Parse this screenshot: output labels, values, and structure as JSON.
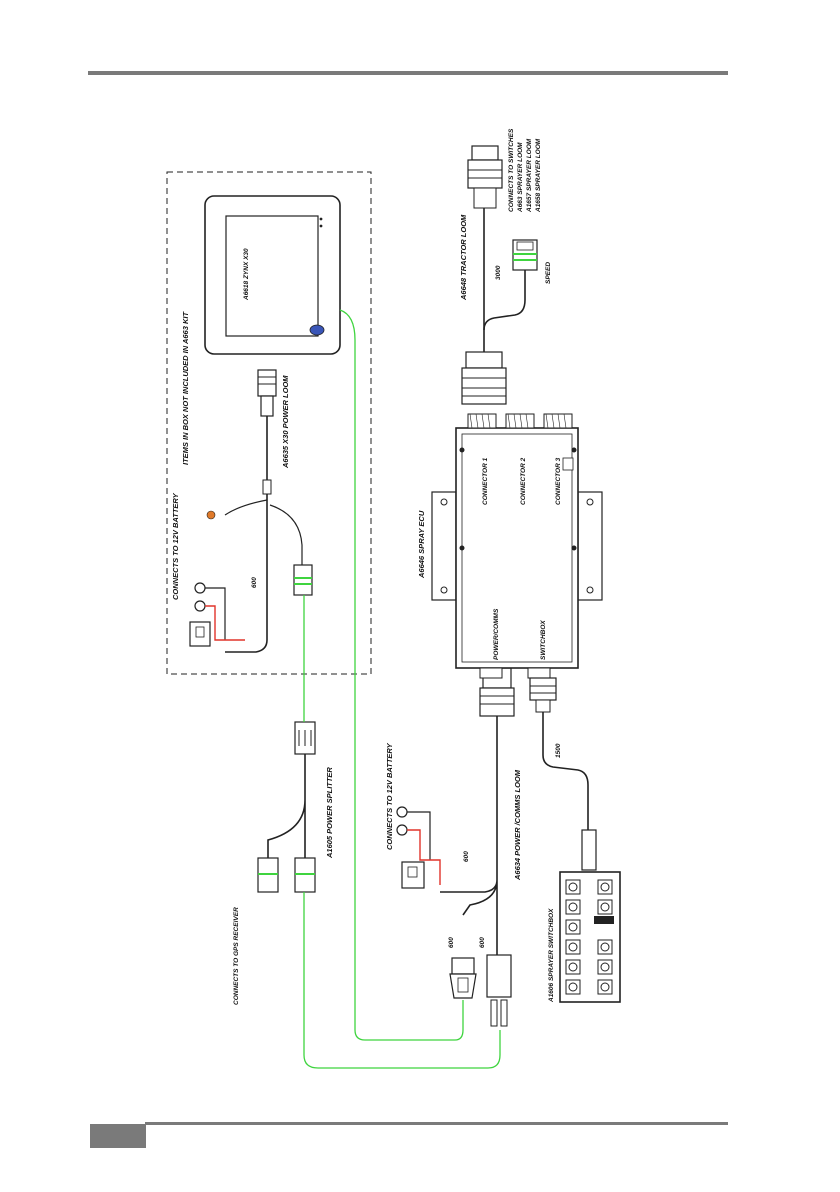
{
  "labels": {
    "kit_note": "ITEMS IN BOX NOT INCLUDED IN A663 KIT",
    "display": "A6618 ZYNX X30",
    "power_loom_x30": "A6635 X30 POWER LOOM",
    "battery_12v": "CONNECTS TO 12V BATTERY",
    "len_power_loom": "600",
    "power_splitter": "A1605 POWER SPLITTER",
    "gps_receiver": "CONNECTS TO GPS RECEIVER",
    "battery_24v": "CONNECTS TO 12V BATTERY",
    "power_comms_loom": "A6634 POWER /COMMS LOOM",
    "len_power_comms_1": "600",
    "len_power_comms_2": "600",
    "len_power_comms_3": "600",
    "ecu": "A6646 SPRAY ECU",
    "ecu_connector_1": "CONNECTOR 1",
    "ecu_connector_2": "CONNECTOR 2",
    "ecu_connector_3": "CONNECTOR 3",
    "ecu_power_comms": "POWER/COMMS",
    "ecu_switchbox": "SWITCHBOX",
    "len_switchbox": "1500",
    "switchbox": "A1606 SPRAYER SWITCHBOX",
    "tractor_loom": "A6648 TRACTOR LOOM",
    "len_tractor_loom": "3000",
    "speed": "SPEED",
    "connects_to_line1": "CONNECTS TO SWITCHES",
    "connects_to_line2": "A663 SPRAYER LOOM",
    "connects_to_line3": "A1657 SPRAYER LOOM",
    "connects_to_line4": "A1658 SPRAYER LOOM"
  },
  "colors": {
    "signal_wire": "#3fd43f",
    "battery_pos": "#e0342a",
    "fuse": "#e07a2a",
    "logo": "#3a56b8",
    "ink": "#111111"
  }
}
